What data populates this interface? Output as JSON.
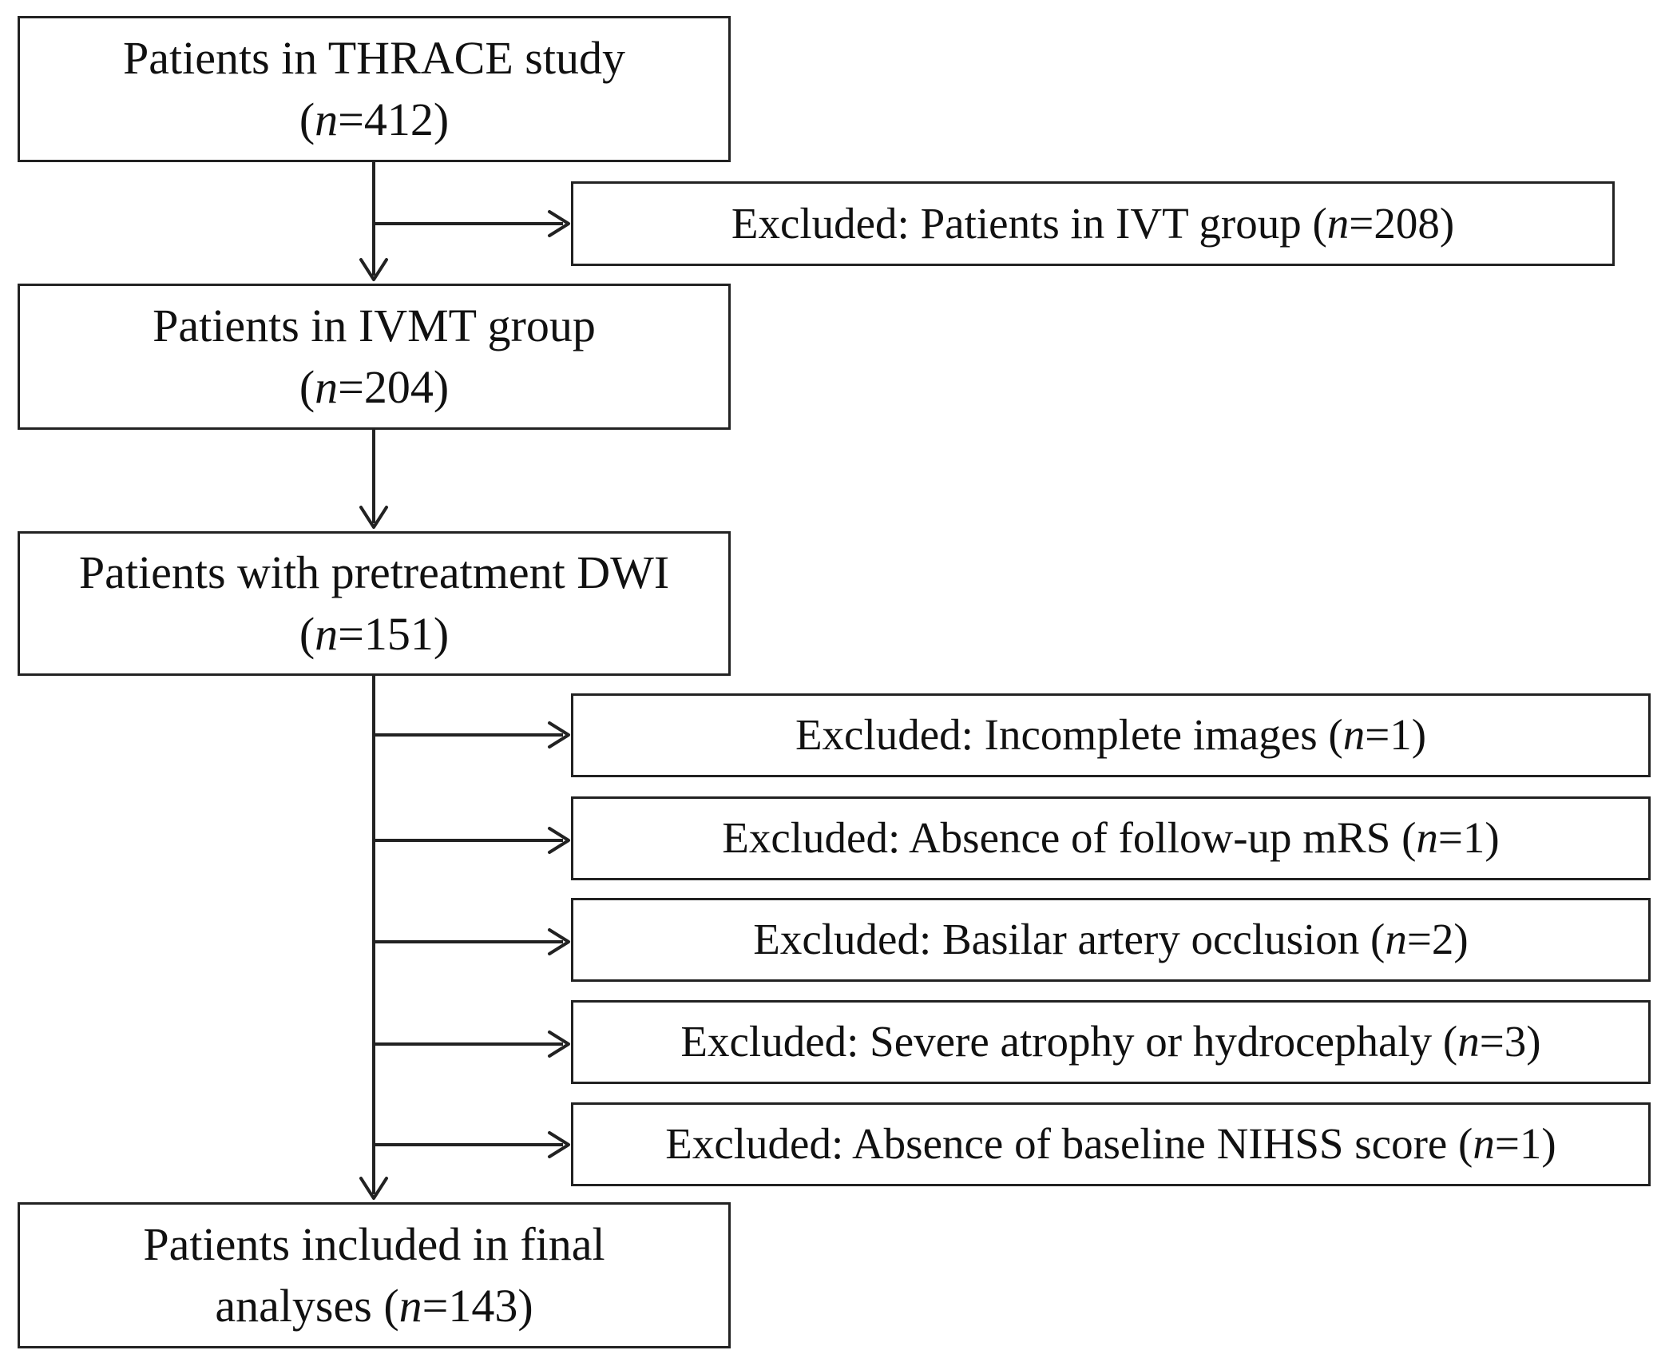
{
  "diagram": {
    "main_boxes": [
      {
        "id": "thrace",
        "text_before": "Patients in THRACE study",
        "n_prefix": "(",
        "n_var": "n",
        "n_value": "=412)"
      },
      {
        "id": "ivmt",
        "text_before": "Patients in IVMT group",
        "n_prefix": "(",
        "n_var": "n",
        "n_value": "=204)"
      },
      {
        "id": "dwi",
        "text_before": "Patients with pretreatment DWI",
        "n_prefix": "(",
        "n_var": "n",
        "n_value": "=151)"
      },
      {
        "id": "final",
        "text_before": "Patients included in final",
        "line2_prefix": "analyses (",
        "n_var": "n",
        "n_value": "=143)"
      }
    ],
    "exclusions": [
      {
        "id": "ivt",
        "label": "Excluded: Patients in IVT group (",
        "n_var": "n",
        "n_value": "=208)"
      },
      {
        "id": "incomplete",
        "label": "Excluded: Incomplete images (",
        "n_var": "n",
        "n_value": "=1)"
      },
      {
        "id": "mrs",
        "label": "Excluded: Absence of follow-up mRS (",
        "n_var": "n",
        "n_value": "=1)"
      },
      {
        "id": "basilar",
        "label": "Excluded: Basilar artery occlusion (",
        "n_var": "n",
        "n_value": "=2)"
      },
      {
        "id": "atrophy",
        "label": "Excluded: Severe atrophy or hydrocephaly (",
        "n_var": "n",
        "n_value": "=3)"
      },
      {
        "id": "nihss",
        "label": "Excluded: Absence of baseline NIHSS score (",
        "n_var": "n",
        "n_value": "=1)"
      }
    ]
  }
}
